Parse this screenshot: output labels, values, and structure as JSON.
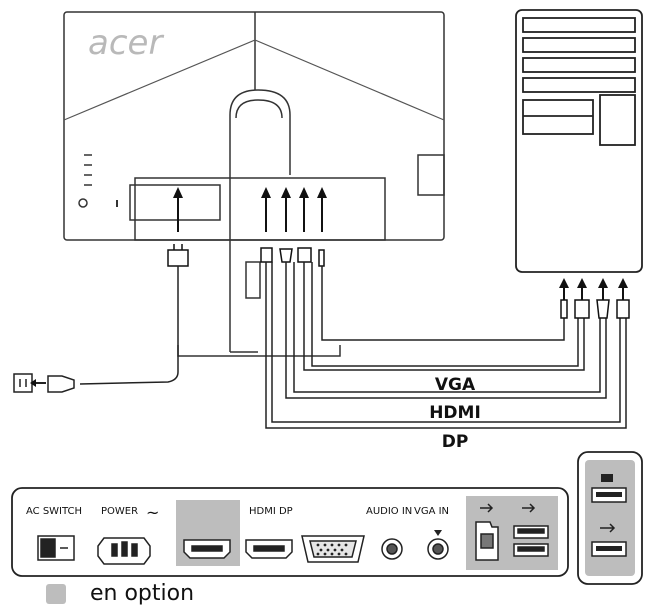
{
  "monitor": {
    "brand": "acer"
  },
  "cables": {
    "vga": "VGA",
    "hdmi": "HDMI",
    "dp": "DP"
  },
  "panel": {
    "ac_switch": "AC SWITCH",
    "power": "POWER",
    "power_symbol": "~",
    "hdmi_dp": "HDMI DP",
    "audio_in": "AUDIO IN",
    "vga_in": "VGA IN"
  },
  "legend": {
    "label": "en option",
    "swatch_color": "#bdbdbd"
  },
  "colors": {
    "line": "#222222",
    "optional": "#bdbdbd"
  }
}
